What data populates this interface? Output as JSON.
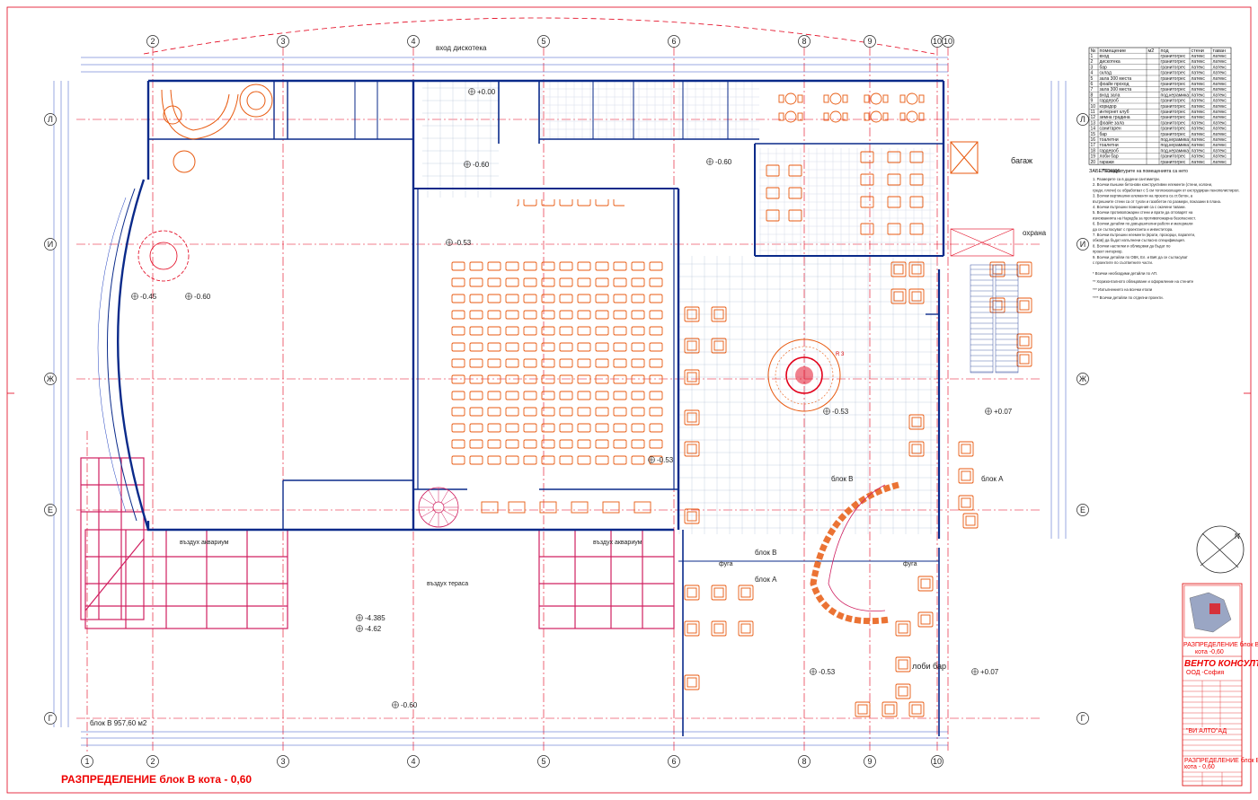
{
  "drawing": {
    "title": "РАЗПРЕДЕЛЕНИЕ блок В  кота - 0,60",
    "block_area": "блок В 957,60 м2"
  },
  "axes_top": [
    "2",
    "3",
    "4",
    "5",
    "6",
    "8",
    "9",
    "10",
    "10"
  ],
  "axes_bottom": [
    "1",
    "2",
    "3",
    "4",
    "5",
    "6",
    "8",
    "9",
    "10"
  ],
  "axes_left": [
    "Л",
    "И",
    "Ж",
    "Е",
    "Г"
  ],
  "axes_right": [
    "Л",
    "И",
    "Ж",
    "Е",
    "Г"
  ],
  "labels": {
    "entrance_disco": "вход дискотека",
    "baggage": "багаж",
    "security": "охрана",
    "block_a_right": "блок  А",
    "block_v_mid": "блок  В",
    "block_v_lower": "блок  В",
    "block_a_lower": "блок  А",
    "lobby_bar": "лоби бар",
    "air_terrace": "въздух тераса",
    "air_aquarium_left": "въздух аквариум",
    "air_aquarium_right": "въздух аквариум",
    "joint_left": "фуга",
    "joint_right": "фуга"
  },
  "levels": [
    "+0.00",
    "-0.60",
    "-0.60",
    "-0.53",
    "-0.45",
    "-0.60",
    "-0.53",
    "-0.53",
    "+0.07",
    "-0.53",
    "+0.07",
    "-0.60",
    "-4.385",
    "-4.62"
  ],
  "radius_label": "R 3",
  "legend": {
    "headers": [
      "№",
      "помещение",
      "м2",
      "под",
      "стени",
      "таван"
    ],
    "rows": [
      [
        "1",
        "вход",
        "",
        "гранитогрес",
        "латекс",
        "латекс"
      ],
      [
        "2",
        "дискотека",
        "",
        "гранитогрес",
        "латекс",
        "латекс"
      ],
      [
        "3",
        "бар",
        "",
        "гранитогрес",
        "латекс",
        "латекс"
      ],
      [
        "4",
        "склад",
        "",
        "гранитогрес",
        "латекс",
        "латекс"
      ],
      [
        "5",
        "зала 300 места",
        "",
        "гранитогрес",
        "латекс",
        "латекс"
      ],
      [
        "6",
        "фоайе проход",
        "",
        "гранитогрес",
        "латекс",
        "латекс"
      ],
      [
        "7",
        "зала 300 места",
        "",
        "гранитогрес",
        "латекс",
        "латекс"
      ],
      [
        "8",
        "вход зала",
        "",
        "под.керамика",
        "латекс",
        "латекс"
      ],
      [
        "9",
        "гардероб",
        "",
        "гранитогрес",
        "латекс",
        "латекс"
      ],
      [
        "10",
        "коридор",
        "",
        "гранитогрес",
        "латекс",
        "латекс"
      ],
      [
        "11",
        "интернет клуб",
        "",
        "гранитогрес",
        "латекс",
        "латекс"
      ],
      [
        "12",
        "зимна градина",
        "",
        "гранитогрес",
        "латекс",
        "латекс"
      ],
      [
        "13",
        "фоайе зала",
        "",
        "гранитогрес",
        "латекс",
        "латекс"
      ],
      [
        "14",
        "санитарен",
        "",
        "гранитогрес",
        "латекс",
        "латекс"
      ],
      [
        "15",
        "бар",
        "",
        "гранитогрес",
        "латекс",
        "латекс"
      ],
      [
        "16",
        "тоалетни",
        "",
        "под.керамика",
        "латекс",
        "латекс"
      ],
      [
        "17",
        "тоалетни",
        "",
        "под.керамика",
        "латекс",
        "латекс"
      ],
      [
        "18",
        "гардероб",
        "",
        "под.керамика",
        "латекс",
        "латекс"
      ],
      [
        "19",
        "лоби бар",
        "",
        "гранитогрес",
        "латекс",
        "латекс"
      ],
      [
        "20",
        "гаражи",
        "",
        "гранитогрес",
        "латекс",
        "латекс"
      ]
    ],
    "footnote": "** Квадратурите на помещенията са нето"
  },
  "notes": {
    "heading": "ЗАБЕЛЕЖКИ :",
    "lines": [
      "1. Размерите са в дадени сантиметри.",
      "2. Всички външни бетонови конструктивни елементи (стени, колони,",
      "греди, плочи) се обработват с 5 см топлоизолация от екструдиран пенополистирол.",
      "3. Всички вертикални елементи на проекта са ст.бетон, а",
      "вътрешните стени са от тухли и газобетон по размери, показани в плана.",
      "4. Всички вътрешни помещения са с окачени тавани.",
      "5. Всички противопожарни стени и врати да отговарят на",
      "изискванията на Наредба за противопожарна безопасност.",
      "6. Всички детайли по довършителни работи и материали",
      "да се съгласуват с проектанта и инвеститора.",
      "7. Всички вътрешни елементи (врати, прозорци, парапети,",
      "обков) да бъдат изпълнени съгласно спецификация.",
      "8. Всички настилки и облицовки да бъдат по",
      "проект интериор.",
      "9. Всички детайли по ОВК, Ел. и ВиК да се съгласуват",
      "с проектите по съответните части."
    ],
    "extra": [
      "* Всички необходими детайли по АП.",
      "** Хоризонталното облицоване и оформление на стените",
      "*** Изпълнението на всички етапи",
      "**** Всички детайли по отделни проекти."
    ]
  },
  "titleblock": {
    "mini_title": "РАЗПРЕДЕЛЕНИЕ блок В",
    "mini_sub": "кота -0,60",
    "brand": "ВЕНТО КОНСУЛТ",
    "company": "ООД -София",
    "client": "\"ВИ АЛТО\"АД",
    "sheet_title": "РАЗПРЕДЕЛЕНИЕ блок В",
    "sheet_sub": "кота - 0,60"
  },
  "north_label": "N",
  "colors": {
    "wall": "#0a2a8a",
    "grid_red": "#e2001a",
    "furniture": "#e85a10",
    "dim_blue": "#1f3fbf",
    "magenta": "#d02060",
    "paper": "#ffffff"
  }
}
